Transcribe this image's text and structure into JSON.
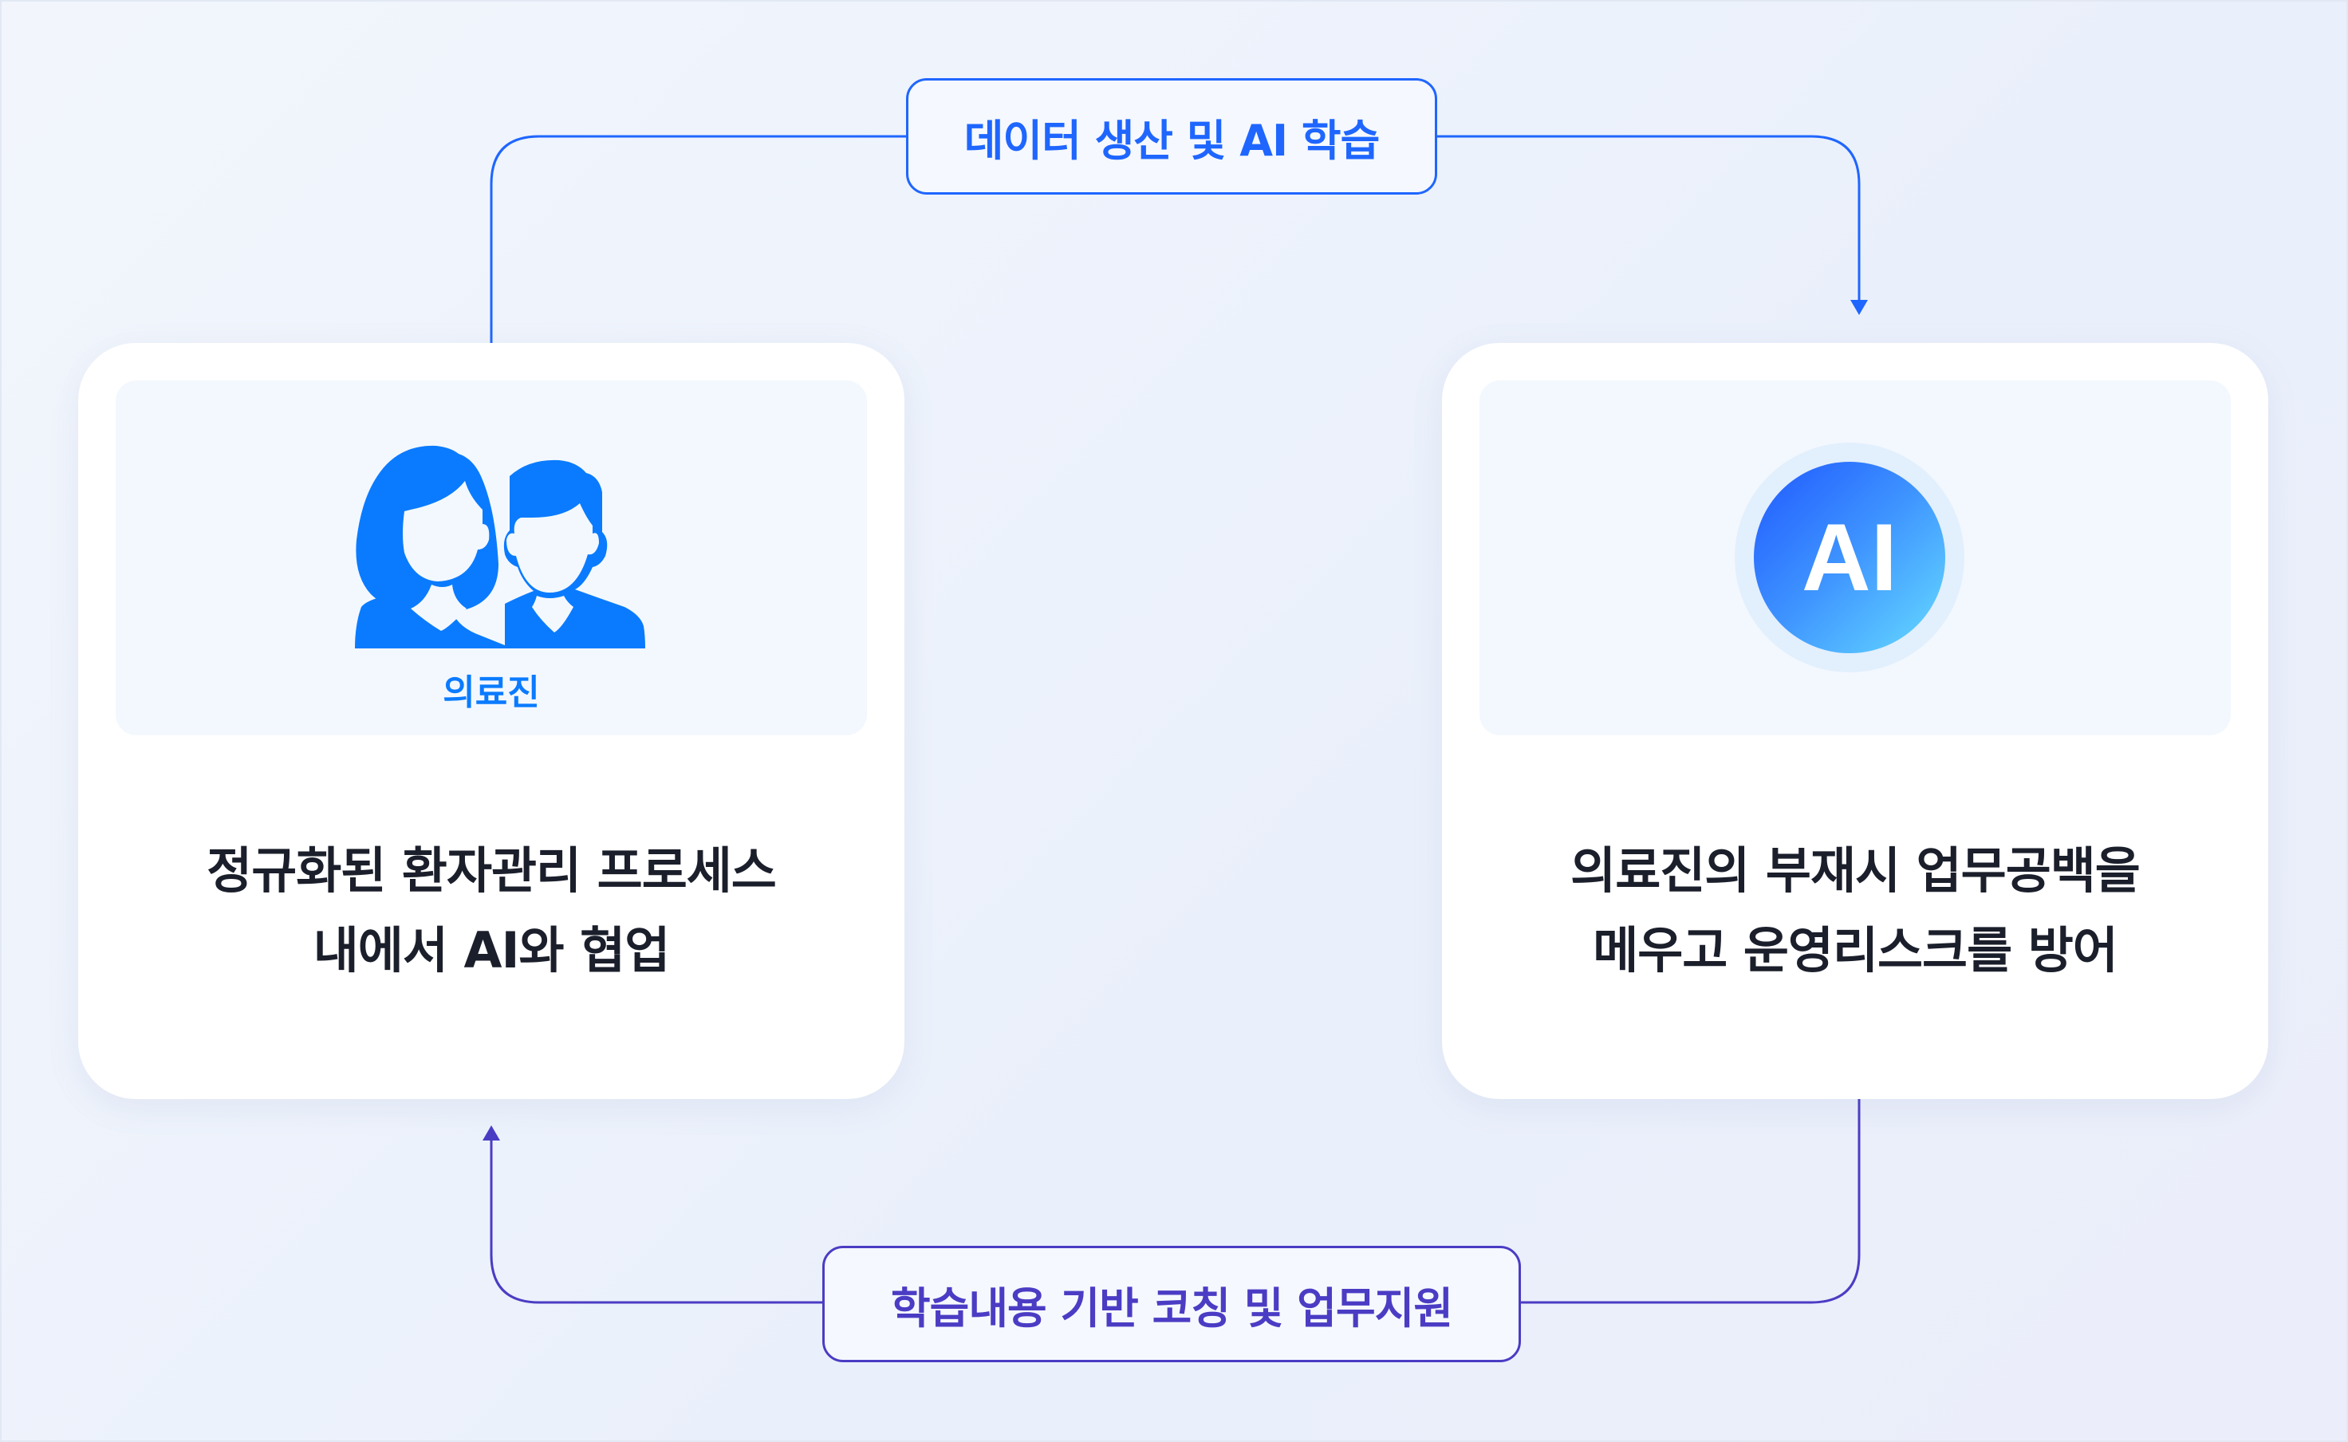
{
  "top_flow": {
    "label": "데이터 생산 및 AI 학습",
    "color": "#1f66ff"
  },
  "bottom_flow": {
    "label": "학습내용 기반 코칭 및 업무지원",
    "color": "#4b3cc4"
  },
  "left_card": {
    "icon": "people-icon",
    "icon_label": "의료진",
    "lines": [
      "정규화된 환자관리 프로세스",
      "내에서 AI와 협업"
    ],
    "icon_color": "#0a7bff"
  },
  "right_card": {
    "icon": "ai-badge",
    "badge_text": "AI",
    "lines": [
      "의료진의 부재시 업무공백을",
      "메우고 운영리스크를 방어"
    ]
  }
}
